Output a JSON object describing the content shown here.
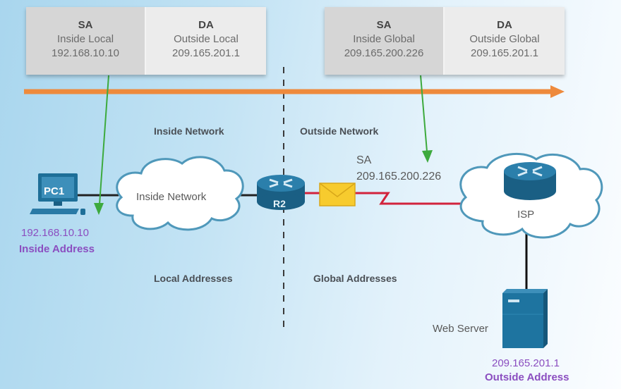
{
  "headers": {
    "inside": {
      "sa": {
        "title": "SA",
        "type": "Inside Local",
        "address": "192.168.10.10"
      },
      "da": {
        "title": "DA",
        "type": "Outside Local",
        "address": "209.165.201.1"
      }
    },
    "outside": {
      "sa": {
        "title": "SA",
        "type": "Inside Global",
        "address": "209.165.200.226"
      },
      "da": {
        "title": "DA",
        "type": "Outside Global",
        "address": "209.165.201.1"
      }
    }
  },
  "zones": {
    "inside_network": "Inside Network",
    "outside_network": "Outside Network",
    "local_addresses": "Local Addresses",
    "global_addresses": "Global Addresses"
  },
  "devices": {
    "pc": {
      "label": "PC1",
      "ip": "192.168.10.10",
      "role": "Inside Address"
    },
    "cloud": {
      "label": "Inside Network"
    },
    "router": {
      "label": "R2"
    },
    "isp": {
      "label": "ISP"
    },
    "server": {
      "label": "Web Server",
      "ip": "209.165.201.1",
      "role": "Outside Address"
    }
  },
  "packet": {
    "field": "SA",
    "address": "209.165.200.226"
  },
  "colors": {
    "flow_arrow": "#ee8a3c",
    "pointer_arrow": "#3daa3d",
    "serial_link": "#d2233c",
    "device": "#1e6f98",
    "address_text": "#8b4ec0"
  }
}
